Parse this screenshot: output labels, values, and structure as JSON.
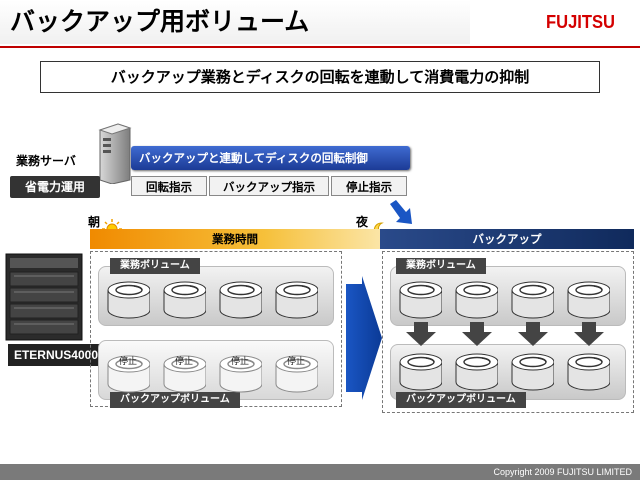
{
  "header": {
    "title": "バックアップ用ボリューム",
    "logo_text": "FUJITSU",
    "subtitle": "バックアップ業務とディスクの回転を連動して消費電力の抑制"
  },
  "server": {
    "label": "業務サーバ",
    "mode": "省電力運用"
  },
  "control": {
    "title": "バックアップと連動してディスクの回転制御",
    "commands": [
      "回転指示",
      "バックアップ指示",
      "停止指示"
    ]
  },
  "timeline": {
    "morning": "朝",
    "night": "夜",
    "business_hours": "業務時間",
    "backup": "バックアップ"
  },
  "storage": {
    "name": "ETERNUS4000",
    "business_volume": "業務ボリューム",
    "backup_volume": "バックアップボリューム",
    "stopped_label": "停止"
  },
  "colors": {
    "accent_red": "#c00000",
    "control_blue": "#2a4fb8",
    "day_orange": "#f08a00",
    "night_navy": "#102a5c",
    "flow_arrow": "#1a56c4"
  },
  "footer": {
    "copyright": "Copyright 2009 FUJITSU LIMITED"
  }
}
